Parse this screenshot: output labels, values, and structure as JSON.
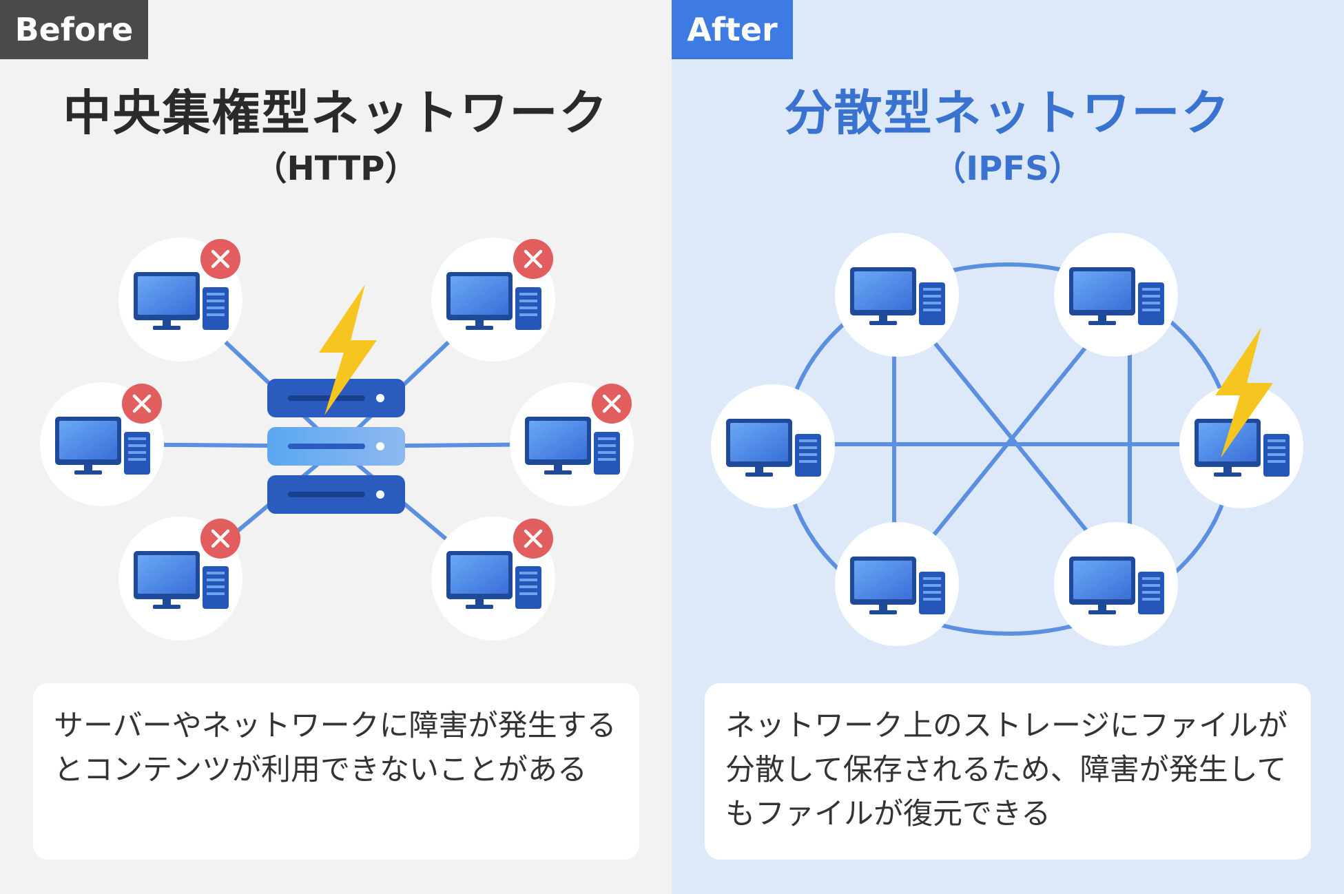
{
  "before": {
    "tag": "Before",
    "title": "中央集権型ネットワーク",
    "subtitle": "（HTTP）",
    "description": "サーバーやネットワークに障害が発生するとコンテンツが利用できないことがある"
  },
  "after": {
    "tag": "After",
    "title": "分散型ネットワーク",
    "subtitle": "（IPFS）",
    "description": "ネットワーク上のストレージにファイルが分散して保存されるため、障害が発生してもファイルが復元できる"
  },
  "icons": {
    "computer": "computer-icon",
    "server": "server-icon",
    "error": "error-x-icon",
    "lightning": "lightning-icon"
  },
  "colors": {
    "before_tag": "#4a4a4a",
    "after_tag": "#3d7be3",
    "title_dark": "#2a2a2a",
    "title_blue": "#3a72d0",
    "error_red": "#e25d5d",
    "lightning": "#f6c520",
    "link_line": "#5b8fe0"
  }
}
